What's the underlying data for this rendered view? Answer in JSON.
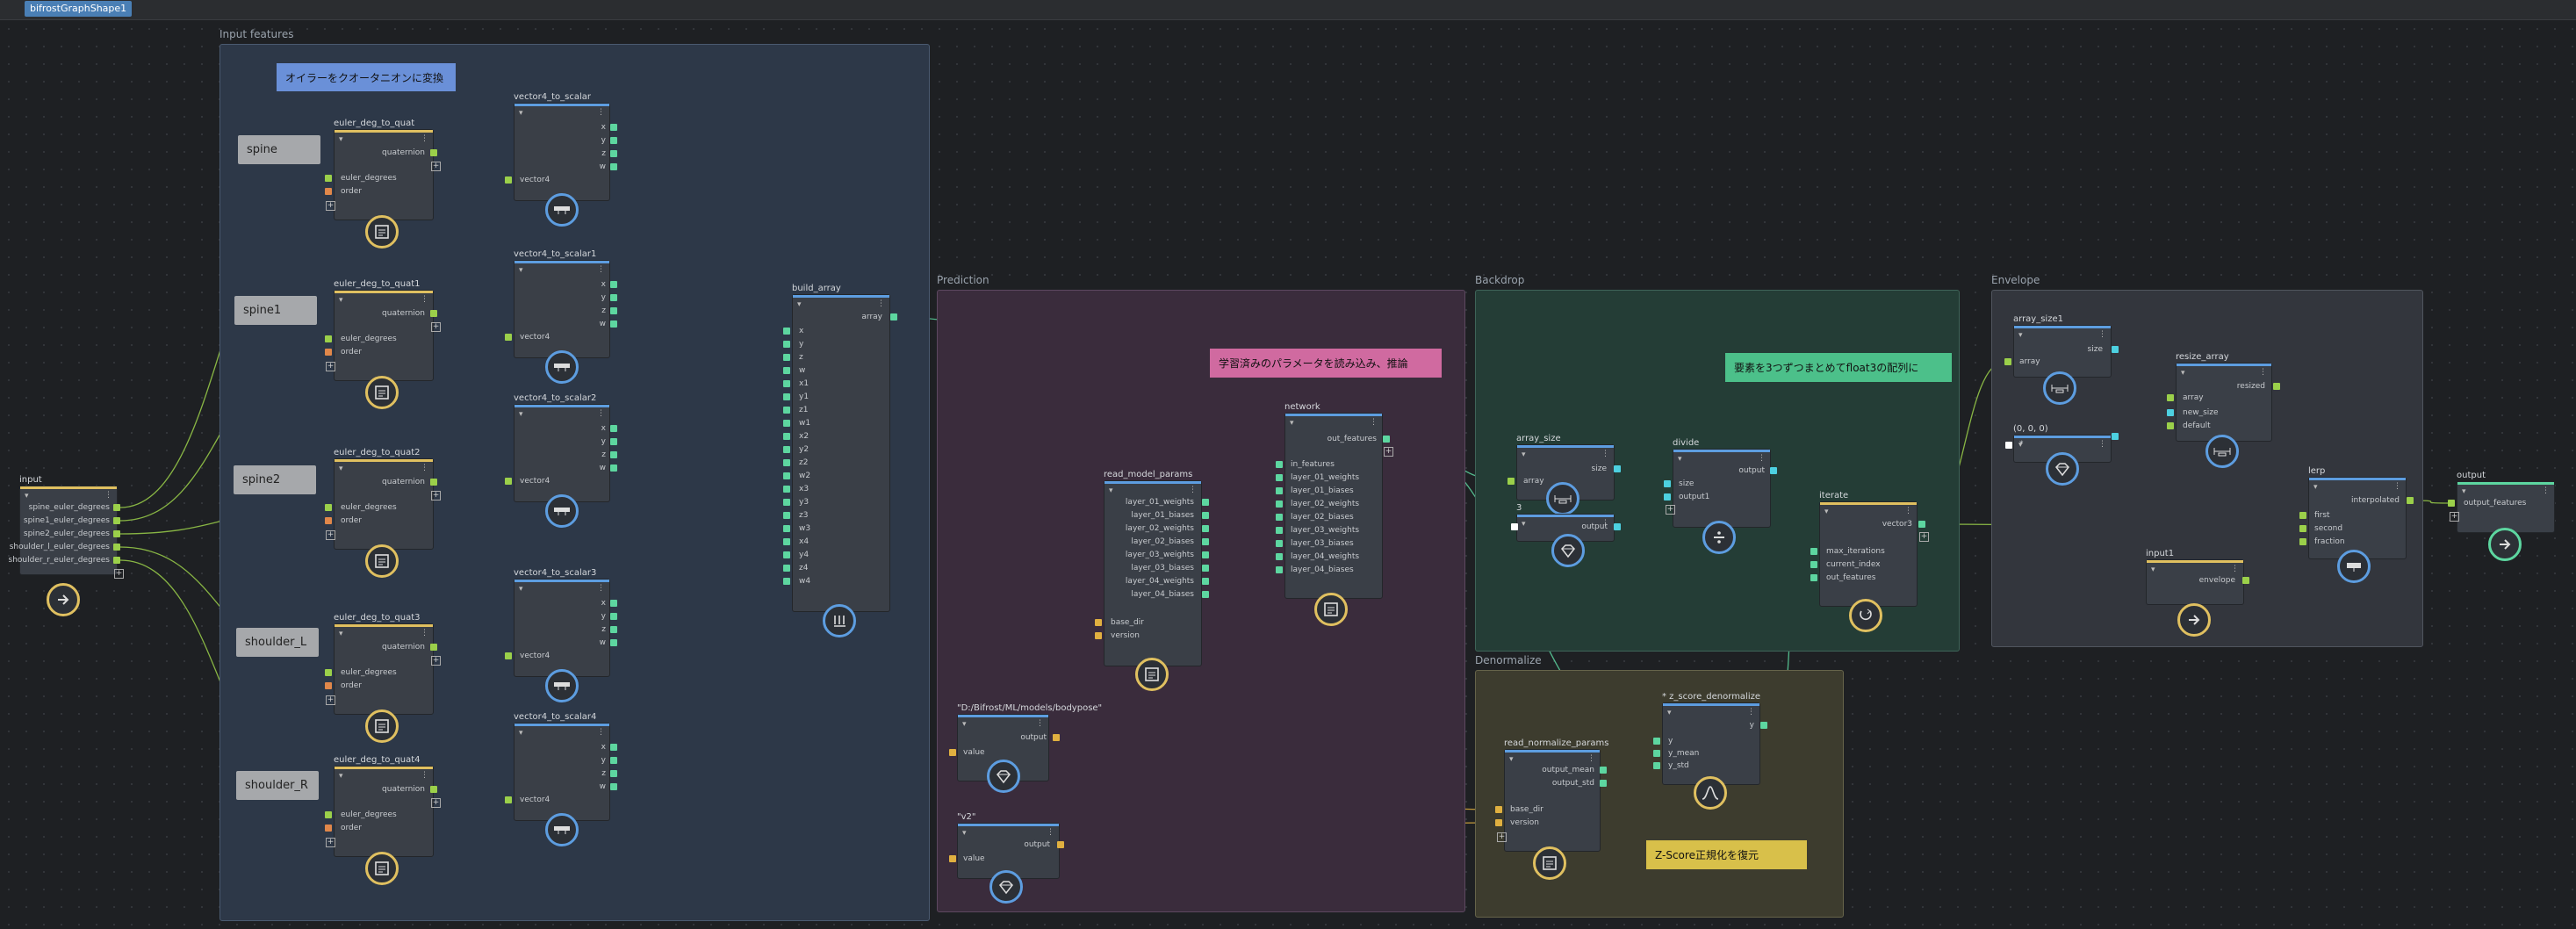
{
  "window": {
    "tab_label": "bifrostGraphShape1"
  },
  "colors": {
    "float4": "#5dd6a0",
    "input": "#9bd04a",
    "enum": "#e0874a",
    "array": "#4dd0e0",
    "string": "#e0b040",
    "default_wire": "#a0d6a8"
  },
  "backdrops": {
    "input_features": {
      "title": "Input features"
    },
    "prediction": {
      "title": "Prediction"
    },
    "backdrop": {
      "title": "Backdrop"
    },
    "envelope": {
      "title": "Envelope"
    },
    "denormalize": {
      "title": "Denormalize"
    }
  },
  "notes": {
    "euler_note": "オイラーをクオータニオンに変換",
    "pred_note": "学習済みのパラメータを読み込み、推論",
    "float3_note": "要素を3つずつまとめてfloat3の配列に",
    "zscore_note": "Z-Score正規化を復元"
  },
  "labels": {
    "spine": "spine",
    "spine1": "spine1",
    "spine2": "spine2",
    "shoulder_l": "shoulder_L",
    "shoulder_r": "shoulder_R"
  },
  "nodes": {
    "input": {
      "title": "input",
      "ports": [
        "spine_euler_degrees",
        "spine1_euler_degrees",
        "spine2_euler_degrees",
        "shoulder_l_euler_degrees",
        "shoulder_r_euler_degrees"
      ]
    },
    "quat": [
      {
        "title": "euler_deg_to_quat",
        "out": "quaternion",
        "in1": "euler_degrees",
        "in2": "order"
      },
      {
        "title": "euler_deg_to_quat1",
        "out": "quaternion",
        "in1": "euler_degrees",
        "in2": "order"
      },
      {
        "title": "euler_deg_to_quat2",
        "out": "quaternion",
        "in1": "euler_degrees",
        "in2": "order"
      },
      {
        "title": "euler_deg_to_quat3",
        "out": "quaternion",
        "in1": "euler_degrees",
        "in2": "order"
      },
      {
        "title": "euler_deg_to_quat4",
        "out": "quaternion",
        "in1": "euler_degrees",
        "in2": "order"
      }
    ],
    "v4s": [
      {
        "title": "vector4_to_scalar",
        "in": "vector4",
        "outs": [
          "x",
          "y",
          "z",
          "w"
        ]
      },
      {
        "title": "vector4_to_scalar1",
        "in": "vector4",
        "outs": [
          "x",
          "y",
          "z",
          "w"
        ]
      },
      {
        "title": "vector4_to_scalar2",
        "in": "vector4",
        "outs": [
          "x",
          "y",
          "z",
          "w"
        ]
      },
      {
        "title": "vector4_to_scalar3",
        "in": "vector4",
        "outs": [
          "x",
          "y",
          "z",
          "w"
        ]
      },
      {
        "title": "vector4_to_scalar4",
        "in": "vector4",
        "outs": [
          "x",
          "y",
          "z",
          "w"
        ]
      }
    ],
    "build_array": {
      "title": "build_array",
      "out": "array",
      "ins": [
        "x",
        "y",
        "z",
        "w",
        "x1",
        "y1",
        "z1",
        "w1",
        "x2",
        "y2",
        "z2",
        "w2",
        "x3",
        "y3",
        "z3",
        "w3",
        "x4",
        "y4",
        "z4",
        "w4"
      ]
    },
    "read_model_params": {
      "title": "read_model_params",
      "outs": [
        "layer_01_weights",
        "layer_01_biases",
        "layer_02_weights",
        "layer_02_biases",
        "layer_03_weights",
        "layer_03_biases",
        "layer_04_weights",
        "layer_04_biases"
      ],
      "ins": [
        "base_dir",
        "version"
      ]
    },
    "network": {
      "title": "network",
      "out": "out_features",
      "ins": [
        "in_features",
        "layer_01_weights",
        "layer_01_biases",
        "layer_02_weights",
        "layer_02_biases",
        "layer_03_weights",
        "layer_03_biases",
        "layer_04_weights",
        "layer_04_biases"
      ]
    },
    "path_value": {
      "title": "\"D:/Bifrost/ML/models/bodypose\"",
      "out": "output",
      "in": "value"
    },
    "version_value": {
      "title": "\"v2\"",
      "out": "output",
      "in": "value"
    },
    "array_size": {
      "title": "array_size",
      "in": "array",
      "out": "size"
    },
    "const3": {
      "title": "3",
      "out": "output"
    },
    "divide": {
      "title": "divide",
      "out": "output",
      "ins": [
        "size",
        "output1"
      ]
    },
    "iterate": {
      "title": "iterate",
      "out": "vector3",
      "ins": [
        "max_iterations",
        "current_index",
        "out_features"
      ]
    },
    "read_normalize_params": {
      "title": "read_normalize_params",
      "outs": [
        "output_mean",
        "output_std"
      ],
      "ins": [
        "base_dir",
        "version"
      ]
    },
    "z_score_denormalize": {
      "title": "* z_score_denormalize",
      "out": "y",
      "ins": [
        "y",
        "y_mean",
        "y_std"
      ]
    },
    "array_size1": {
      "title": "array_size1",
      "in": "array",
      "out": "size"
    },
    "vec_zero": {
      "title": "(0, 0, 0)",
      "out": "*"
    },
    "resize_array": {
      "title": "resize_array",
      "out": "resized",
      "ins": [
        "array",
        "new_size",
        "default"
      ]
    },
    "input1": {
      "title": "input1",
      "out": "envelope"
    },
    "lerp": {
      "title": "lerp",
      "out": "interpolated",
      "ins": [
        "first",
        "second",
        "fraction"
      ]
    },
    "output": {
      "title": "output",
      "in": "output_features"
    }
  }
}
